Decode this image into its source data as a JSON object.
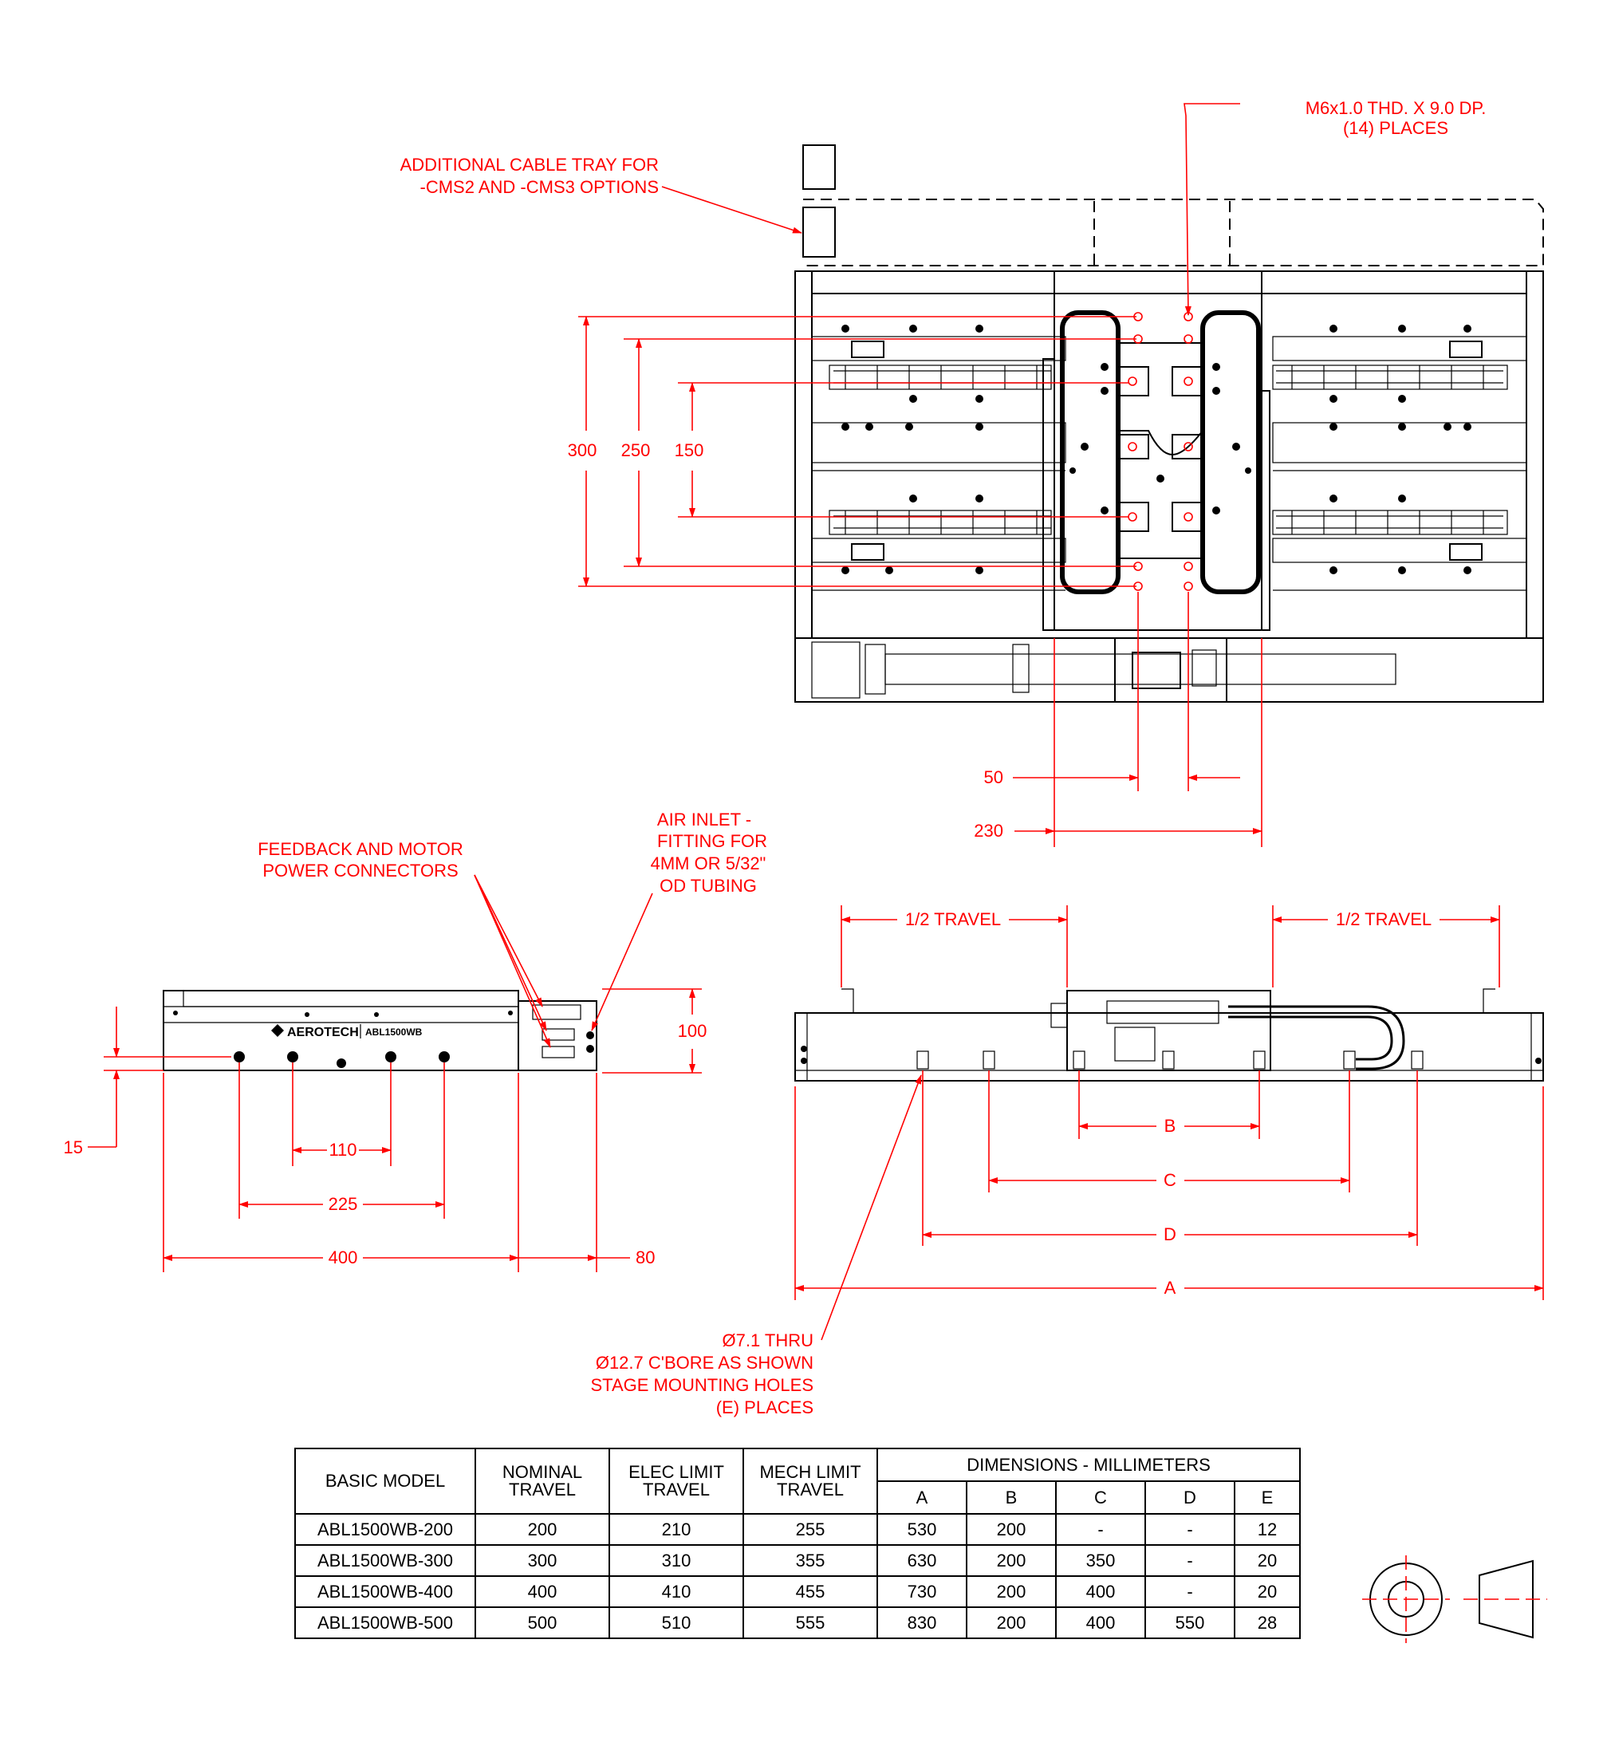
{
  "notes": {
    "cable_tray": [
      "ADDITIONAL CABLE TRAY FOR",
      "-CMS2 AND -CMS3 OPTIONS"
    ],
    "thread": [
      "M6x1.0 THD. X 9.0 DP.",
      "(14) PLACES"
    ],
    "connectors": [
      "FEEDBACK AND MOTOR",
      "POWER CONNECTORS"
    ],
    "air_inlet": [
      "AIR INLET -",
      "FITTING FOR",
      "4MM OR 5/32\"",
      "OD TUBING"
    ],
    "mounting_holes": [
      "Ø7.1 THRU",
      "Ø12.7 C'BORE AS SHOWN",
      "STAGE MOUNTING HOLES",
      "(E) PLACES"
    ]
  },
  "dimensions": {
    "d300": "300",
    "d250": "250",
    "d150": "150",
    "d50": "50",
    "d230": "230",
    "half_travel": "1/2 TRAVEL",
    "d100": "100",
    "d15": "15",
    "d110": "110",
    "d225": "225",
    "d400": "400",
    "d80": "80",
    "A": "A",
    "B": "B",
    "C": "C",
    "D": "D"
  },
  "logo": {
    "brand": "AEROTECH",
    "model": "ABL1500WB"
  },
  "table": {
    "headers": {
      "basic_model": "BASIC MODEL",
      "nominal_travel": [
        "NOMINAL",
        "TRAVEL"
      ],
      "elec_limit": [
        "ELEC LIMIT",
        "TRAVEL"
      ],
      "mech_limit": [
        "MECH LIMIT",
        "TRAVEL"
      ],
      "dimensions": "DIMENSIONS - MILLIMETERS",
      "a": "A",
      "b": "B",
      "c": "C",
      "d": "D",
      "e": "E"
    },
    "rows": [
      [
        "ABL1500WB-200",
        "200",
        "210",
        "255",
        "530",
        "200",
        "-",
        "-",
        "12"
      ],
      [
        "ABL1500WB-300",
        "300",
        "310",
        "355",
        "630",
        "200",
        "350",
        "-",
        "20"
      ],
      [
        "ABL1500WB-400",
        "400",
        "410",
        "455",
        "730",
        "200",
        "400",
        "-",
        "20"
      ],
      [
        "ABL1500WB-500",
        "500",
        "510",
        "555",
        "830",
        "200",
        "400",
        "550",
        "28"
      ]
    ]
  },
  "colors": {
    "dimension": "#ff0000",
    "linework": "#000000"
  }
}
